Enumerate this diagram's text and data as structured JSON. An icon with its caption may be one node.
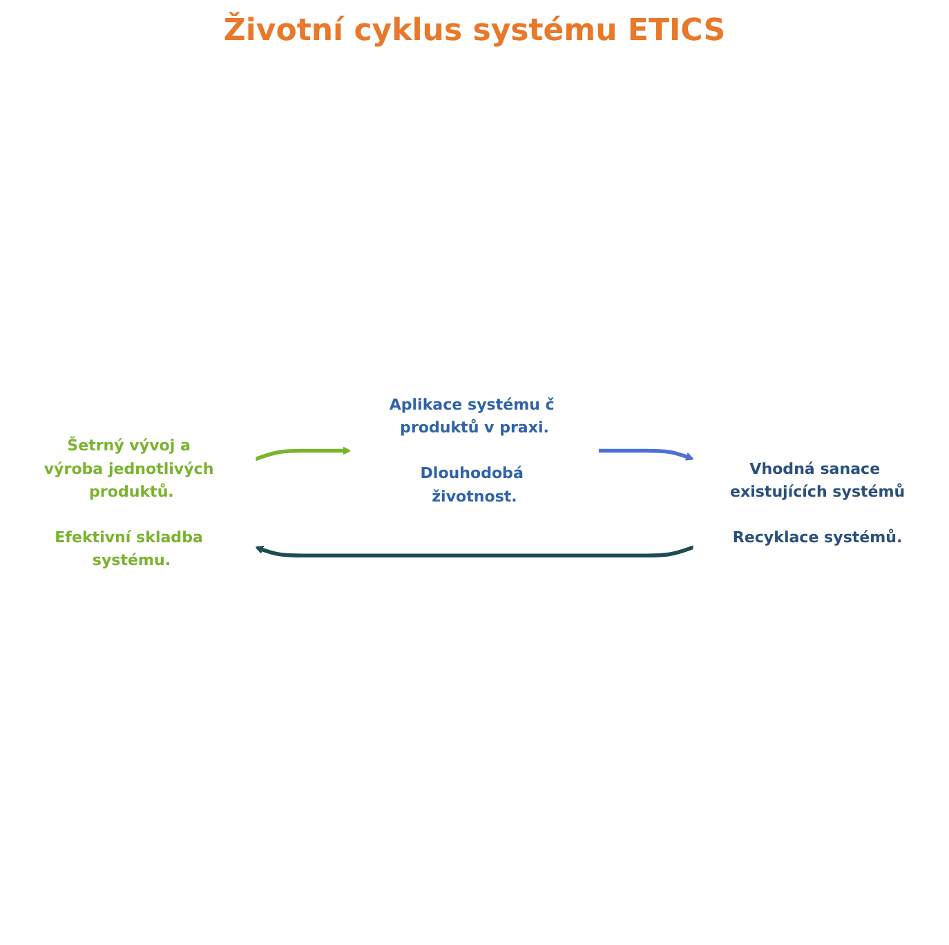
{
  "diagram": {
    "title": "Životní cyklus systému ETICS",
    "nodes": [
      {
        "text": [
          "Šetrný vývoj a výroba jednotlivých produktů.",
          "Efektivní skladba systému."
        ]
      },
      {
        "text": [
          "Aplikace systému č produktů v praxi.",
          "Dlouhodobá životnost."
        ]
      },
      {
        "text": [
          "Vhodná sanace existujících systémů",
          "Recyklace systémů."
        ]
      }
    ],
    "edges": [
      {
        "from": 0,
        "to": 1,
        "arrow": "to",
        "color": "#7ab32e"
      },
      {
        "from": 1,
        "to": 2,
        "arrow": "to",
        "color": "#4f6fd6"
      },
      {
        "from": 2,
        "to": 0,
        "arrow": "to",
        "color": "#1d4d50"
      }
    ]
  }
}
